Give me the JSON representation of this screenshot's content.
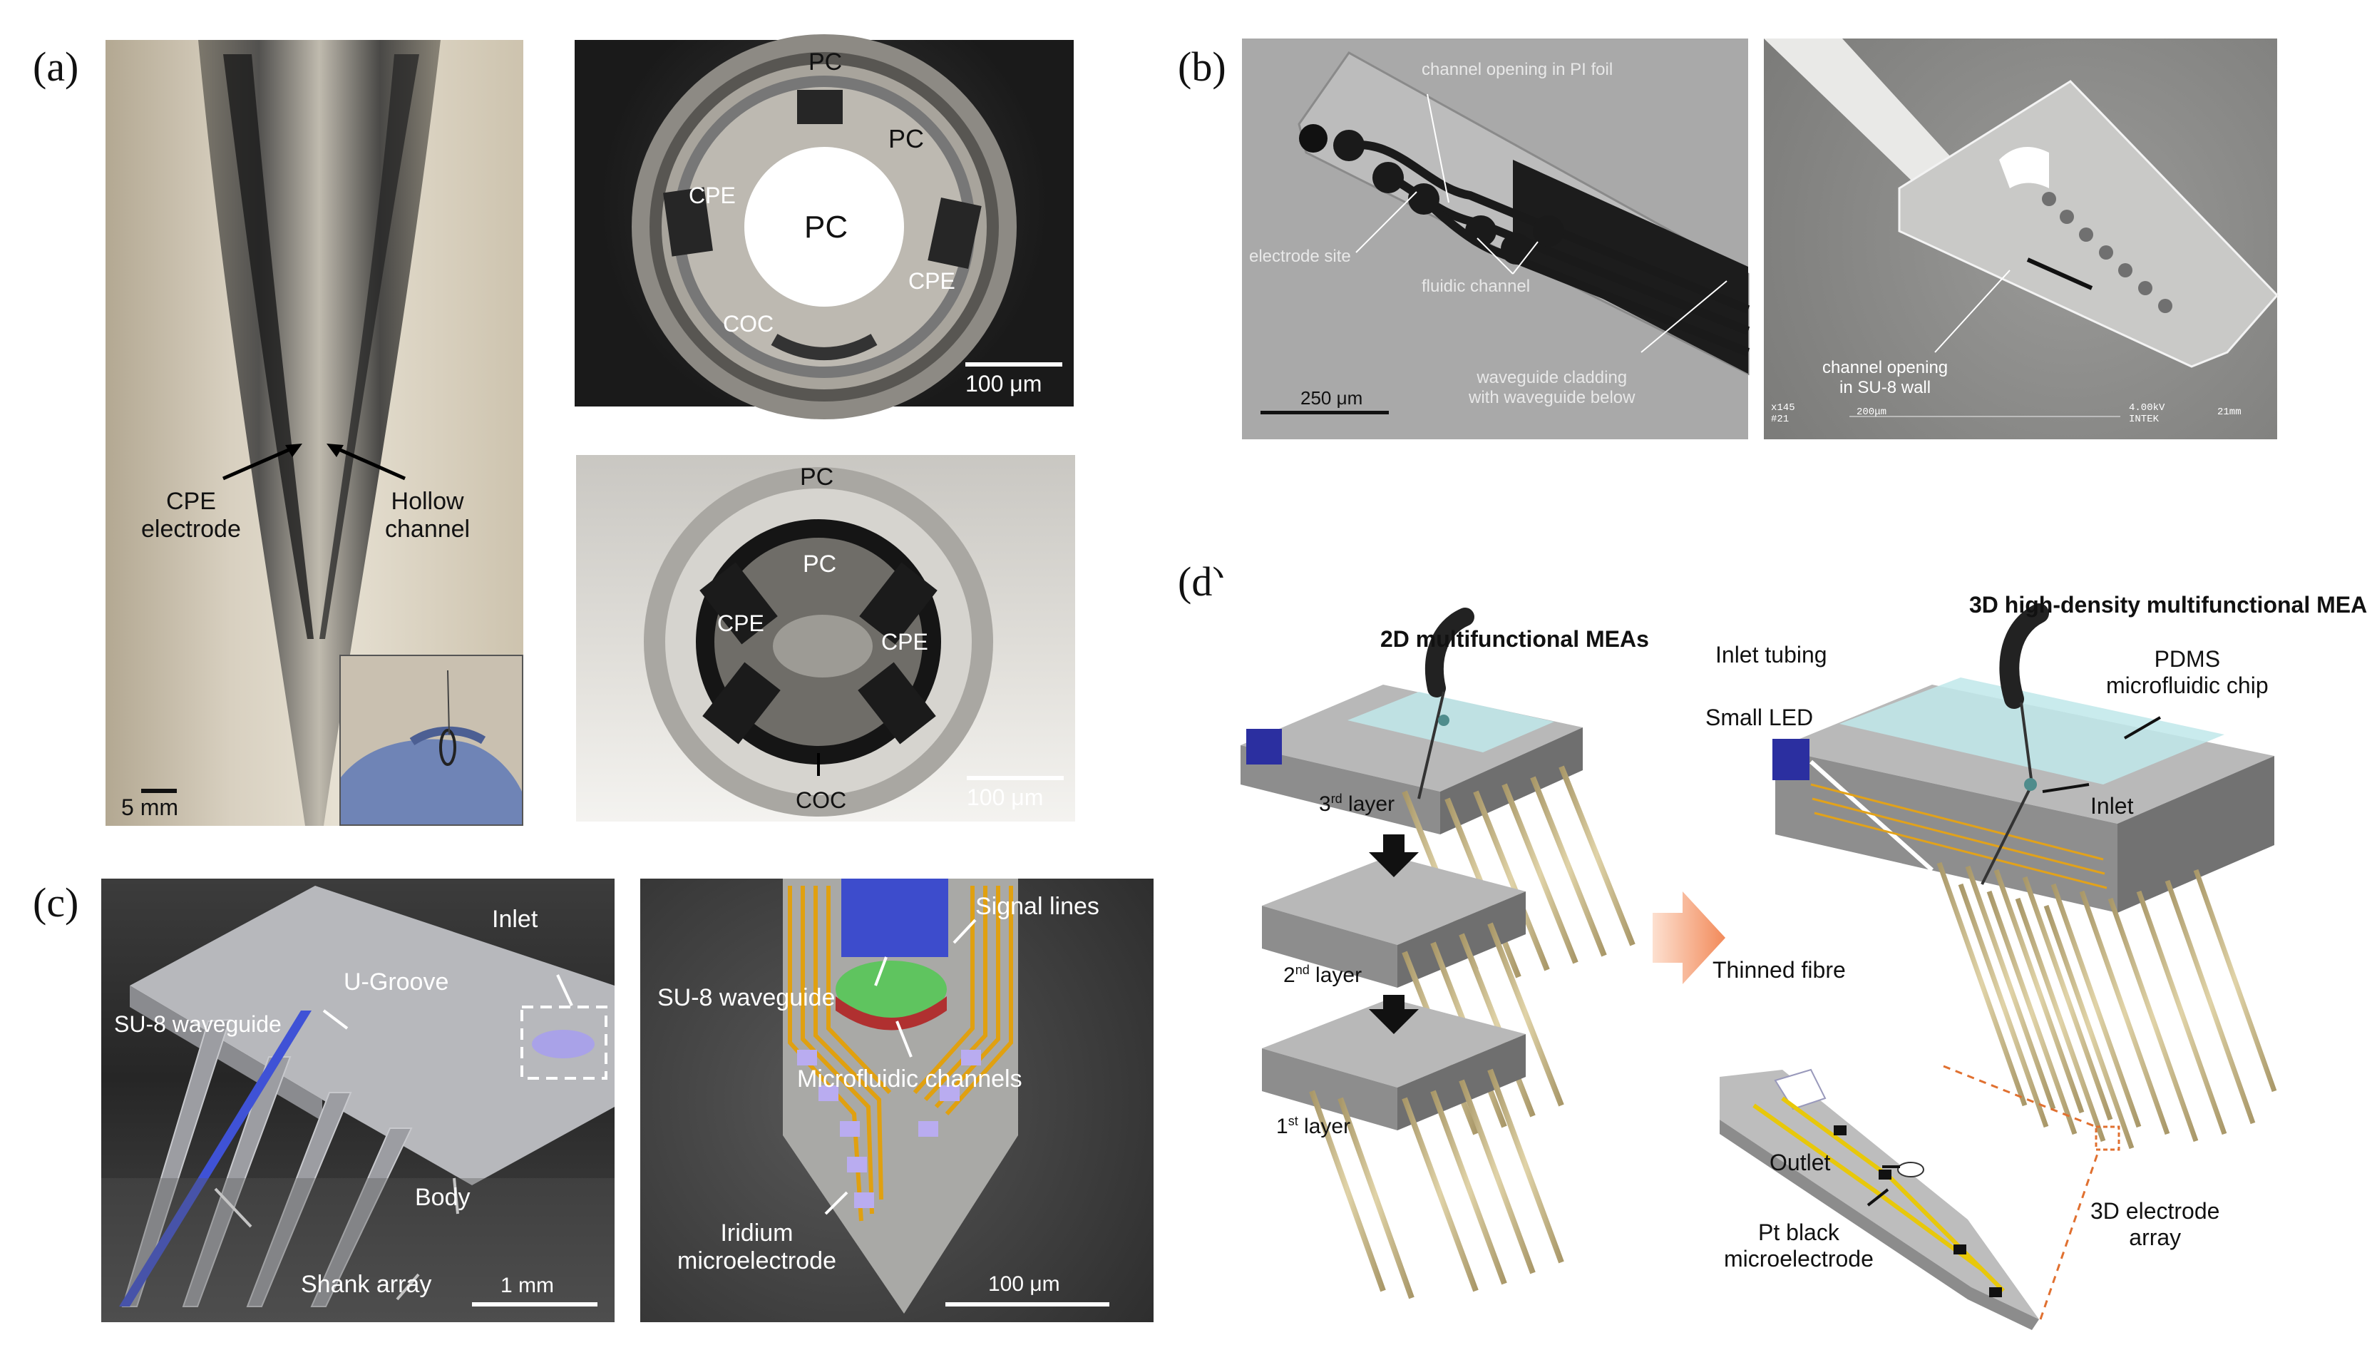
{
  "panel_labels": {
    "a": "(a)",
    "b": "(b)",
    "c": "(c)",
    "d": "(d)"
  },
  "a": {
    "left": {
      "cpe_electrode_1": "CPE",
      "cpe_electrode_2": "electrode",
      "hollow_1": "Hollow",
      "hollow_2": "channel",
      "scale": "5 mm"
    },
    "top": {
      "pc_top": "PC",
      "pc_right": "PC",
      "pc_center": "PC",
      "cpe_left": "CPE",
      "cpe_right": "CPE",
      "coc": "COC",
      "scale": "100 μm"
    },
    "bottom": {
      "pc_top": "PC",
      "pc_inner": "PC",
      "cpe_left": "CPE",
      "cpe_right": "CPE",
      "coc": "COC",
      "scale": "100 μm"
    }
  },
  "b": {
    "left": {
      "channel_opening": "channel opening in PI foil",
      "electrode_site": "electrode site",
      "fluidic_channel": "fluidic channel",
      "waveguide_1": "waveguide cladding",
      "waveguide_2": "with waveguide below",
      "scale": "250 μm"
    },
    "right": {
      "opening_1": "channel opening",
      "opening_2": "in SU-8 wall",
      "meta_left_1": "x145",
      "meta_left_2": "#21",
      "meta_mid": "200μm",
      "meta_right_1": "4.00kV",
      "meta_right_2": "INTEK",
      "meta_far": "21mm"
    }
  },
  "c": {
    "left": {
      "inlet": "Inlet",
      "ugroove": "U-Groove",
      "waveguide": "SU-8 waveguide",
      "body": "Body",
      "shank": "Shank array",
      "scale": "1 mm"
    },
    "right": {
      "signal": "Signal lines",
      "waveguide": "SU-8 waveguide",
      "micro": "Microfluidic channels",
      "iridium_1": "Iridium",
      "iridium_2": "microelectrode",
      "scale": "100 μm"
    }
  },
  "d": {
    "title_2d": "2D multifunctional MEAs",
    "title_3d": "3D high-density multifunctional MEA",
    "layer3": "3",
    "layer3_sup": "rd",
    "layer2": "2",
    "layer2_sup": "nd",
    "layer1": "1",
    "layer1_sup": "st",
    "layer_word": " layer",
    "inlet_tubing": "Inlet tubing",
    "pdms_1": "PDMS",
    "pdms_2": "microfluidic chip",
    "small_led": "Small LED",
    "inlet": "Inlet",
    "thinned": "Thinned fibre",
    "outlet": "Outlet",
    "pt_1": "Pt black",
    "pt_2": "microelectrode",
    "array_1": "3D electrode",
    "array_2": "array"
  }
}
